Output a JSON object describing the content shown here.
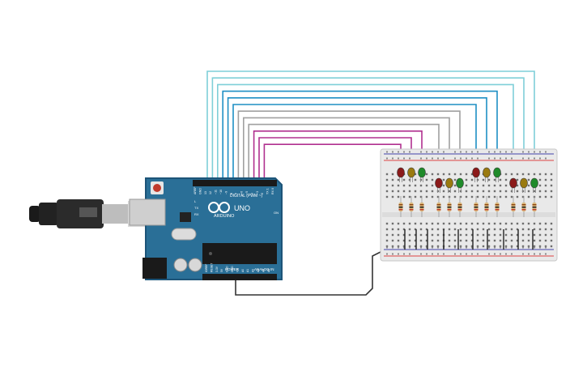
{
  "board": {
    "brand": "ARDUINO",
    "model": "UNO",
    "header_digital": "DIGITAL (PWM ~)",
    "header_power": "POWER",
    "header_analog": "ANALOG IN",
    "label_on": "ON",
    "label_l": "L",
    "label_tx": "TX",
    "label_rx": "RX",
    "pin_labels_digital": [
      "AREF",
      "GND",
      "13",
      "12",
      "~11",
      "~10",
      "~9",
      "8",
      "7",
      "~6",
      "~5",
      "4",
      "~3",
      "2",
      "TX 1",
      "RX 0"
    ],
    "pin_labels_power": [
      "IOREF",
      "RESET",
      "3.3V",
      "5V",
      "GND",
      "GND",
      "Vin"
    ],
    "pin_labels_analog": [
      "A0",
      "A1",
      "A2",
      "A3",
      "A4",
      "A5"
    ]
  },
  "breadboard": {
    "led_groups": [
      {
        "leds": [
          "red",
          "yellow",
          "green"
        ]
      },
      {
        "leds": [
          "red",
          "yellow",
          "green"
        ]
      },
      {
        "leds": [
          "red",
          "yellow",
          "green"
        ]
      },
      {
        "leds": [
          "red",
          "yellow",
          "green"
        ]
      }
    ]
  },
  "colors": {
    "board": "#2a6f97",
    "board_dark": "#1d5478",
    "wire_cyan": "#7fcfd8",
    "wire_blue": "#1e8fc4",
    "wire_gray": "#a0a0a0",
    "wire_magenta": "#b0308f",
    "wire_black": "#333333",
    "led_red": "#8b1a1a",
    "led_yellow": "#9a7a10",
    "led_green": "#1f8a2a"
  }
}
